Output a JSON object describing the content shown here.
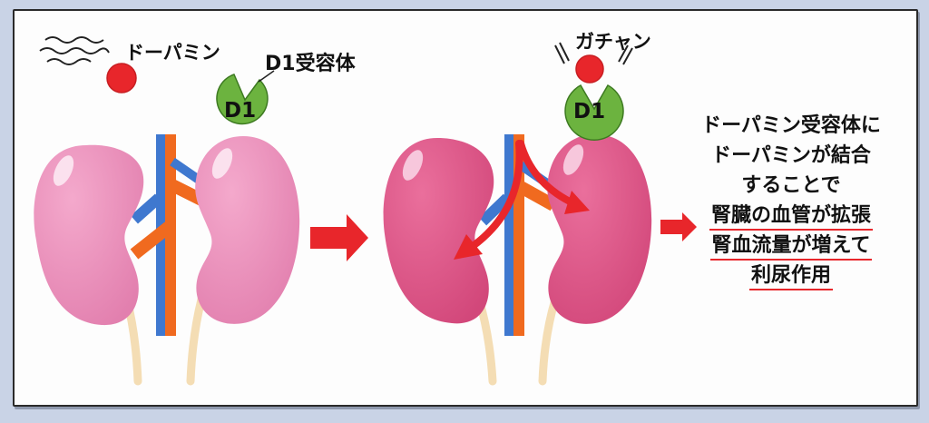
{
  "labels": {
    "dopamine": "ドーパミン",
    "d1_receptor": "D1受容体",
    "d1_left": "D1",
    "d1_right": "D1",
    "binding_sound": "ガチャン"
  },
  "explanation": {
    "line1": "ドーパミン受容体に",
    "line2": "ドーパミンが結合",
    "line3": "することで",
    "line4": "腎臓の血管が拡張",
    "line5": "腎血流量が増えて",
    "line6": "利尿作用"
  },
  "colors": {
    "kidney_before": "#eb8cb8",
    "kidney_after": "#dd5585",
    "artery": "#f06a1f",
    "vein": "#3f78cf",
    "ureter": "#f4ddb4",
    "receptor": "#6cb33f",
    "dopamine": "#e8262b",
    "arrow": "#e8262b"
  }
}
